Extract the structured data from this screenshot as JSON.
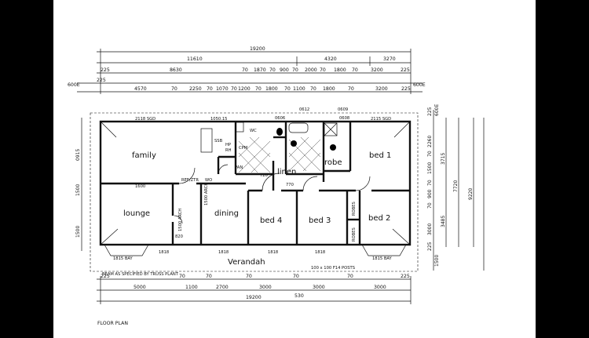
{
  "dims_top": {
    "overall": "19200",
    "row1": [
      "11610",
      "4320",
      "3270"
    ],
    "row2": [
      "225",
      "8630",
      "70",
      "1870",
      "70",
      "900",
      "70",
      "2000",
      "70",
      "1800",
      "70",
      "3200",
      "225"
    ],
    "row3": [
      "4570",
      "70",
      "2250",
      "70",
      "1070",
      "70",
      "1200",
      "70",
      "1800",
      "70",
      "1100",
      "70",
      "1800",
      "70",
      "3200",
      "225"
    ],
    "row3_first": "225",
    "side_left": "600E",
    "side_right": "600E"
  },
  "dims_bottom": {
    "row1": [
      "225",
      "5000",
      "70",
      "1100",
      "70",
      "2700",
      "70",
      "3000",
      "70",
      "3000",
      "70",
      "3000",
      "225"
    ],
    "mid": "530",
    "overall": "19200"
  },
  "dims_right": {
    "inner": [
      "225",
      "2260",
      "70",
      "1500",
      "70",
      "900",
      "70",
      "3000",
      "225"
    ],
    "mid": [
      "3715",
      "3485"
    ],
    "total_a": "7720",
    "total_b": "9220",
    "top_side": "600E",
    "verandah": "1500"
  },
  "dims_left": [
    "0915",
    "1500",
    "1500"
  ],
  "rooms": {
    "family": "family",
    "lounge": "lounge",
    "dining": "dining",
    "bed1": "bed 1",
    "bed2": "bed 2",
    "bed3": "bed 3",
    "bed4": "bed 4",
    "linen": "linen",
    "robe": "robe",
    "verandah": "Verandah"
  },
  "labels": {
    "sgd_left": "2118 SGD",
    "sgd_mid": "1050.15",
    "sgd_right": "2115 SGD",
    "w0612": "0612",
    "w0609": "0609",
    "w0606": "0606",
    "w0608": "0608",
    "ssb": "SSB",
    "hp": "HP",
    "rh": "RH",
    "pan": "PAN",
    "refztr": "REF/ZTR",
    "wo": "WO",
    "arch1": "1500 ARCH",
    "arch2": "1500 ARCH",
    "d1600": "1600",
    "bay_left": "1815 BAY",
    "bay_right": "1815 BAY",
    "w1818a": "1818",
    "w1818b": "1818",
    "w1818c": "1818",
    "w1818d": "1818",
    "d820": "820",
    "d770": "770",
    "d720": "720",
    "robes1": "ROBES",
    "robes2": "ROBES",
    "wc": "WC",
    "cpm": "CPM",
    "beam_note": "BEAM AS SPECIFIED BY TRUSS PLANT",
    "posts_note": "100 x 100 F14 POSTS",
    "footer": "FLOOR PLAN"
  }
}
